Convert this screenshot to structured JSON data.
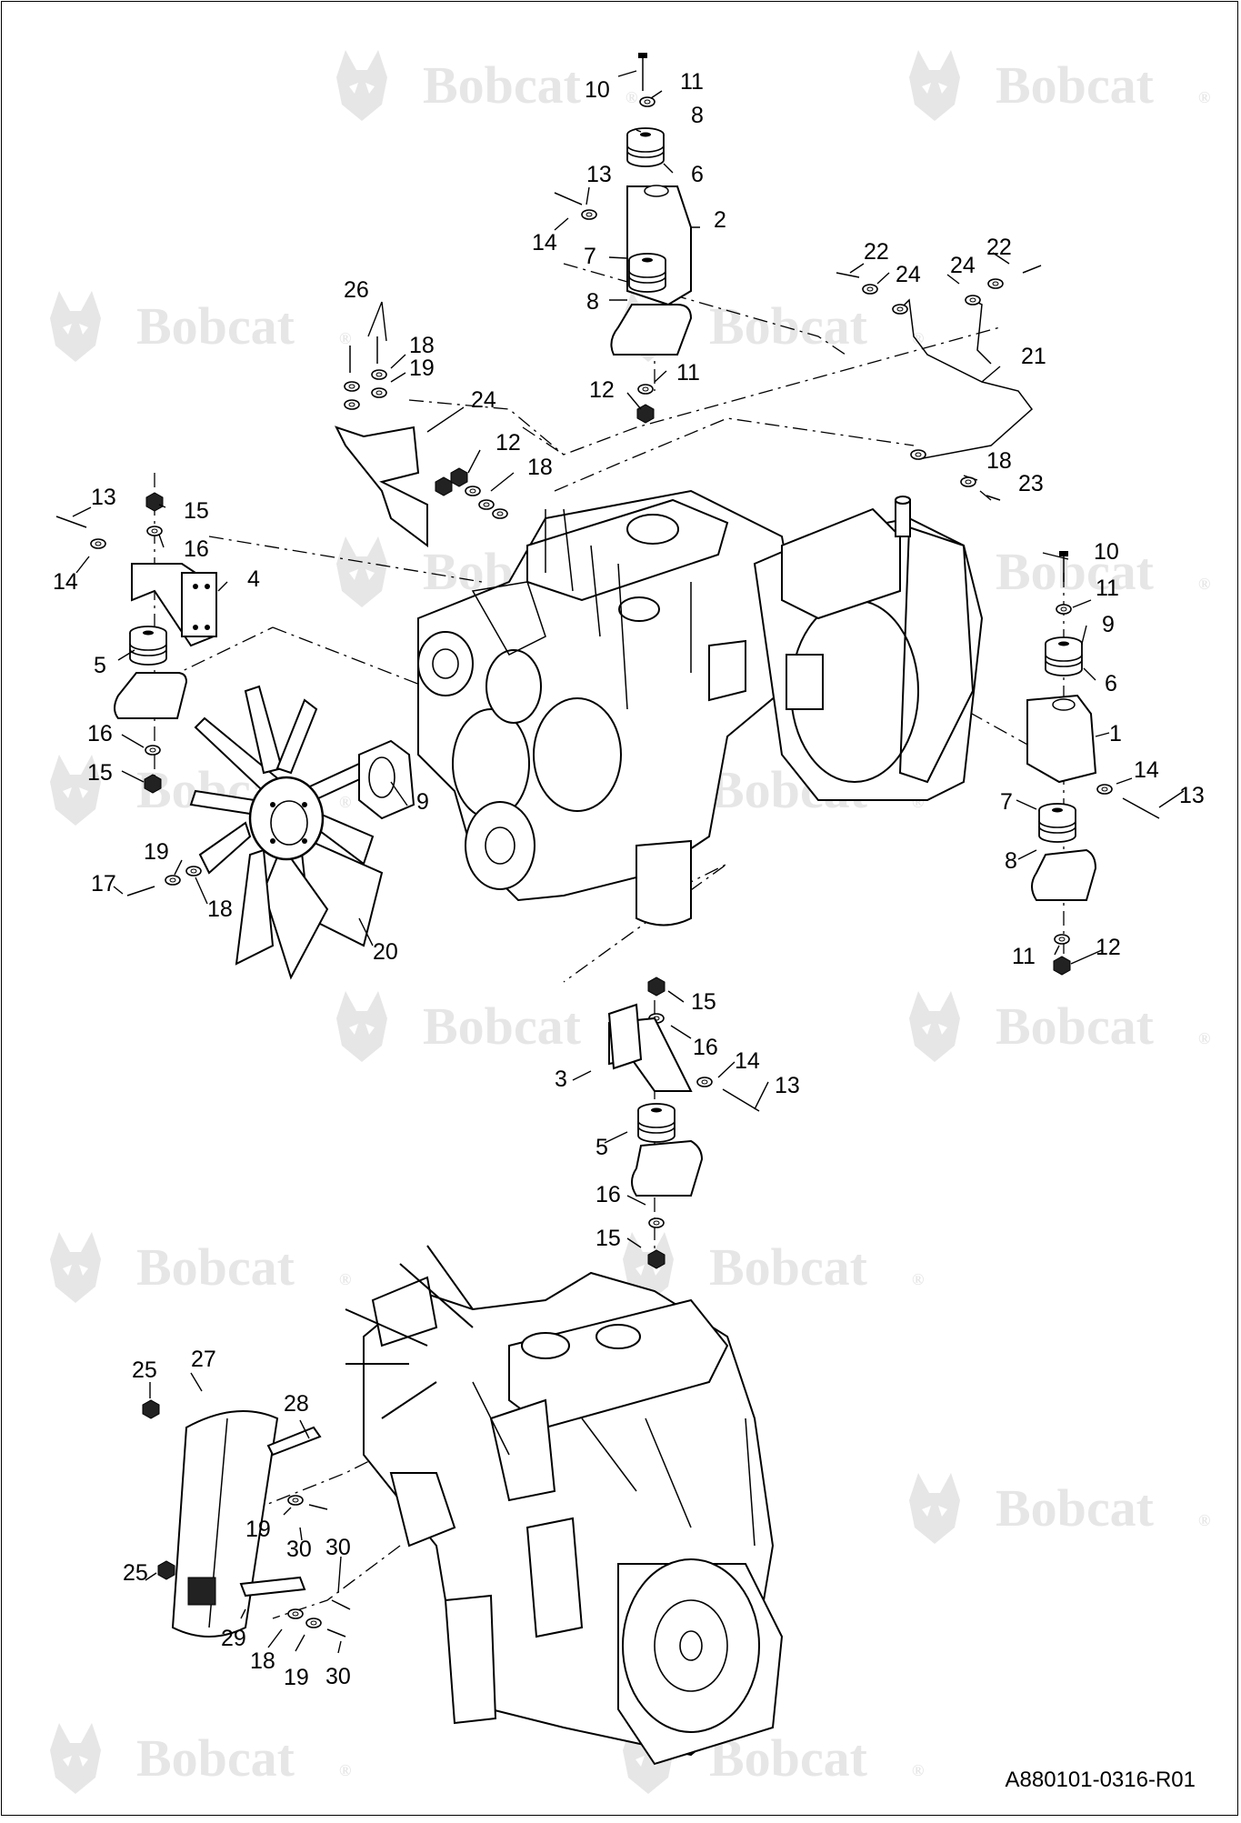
{
  "drawing_id": "A880101-0316-R01",
  "watermark": {
    "brand": "Bobcat",
    "mark": "®",
    "color": "#e6e6e6",
    "icon": "bobcat-head-logo"
  },
  "callouts": [
    "1",
    "2",
    "3",
    "4",
    "5",
    "5",
    "6",
    "6",
    "7",
    "7",
    "8",
    "8",
    "8",
    "9",
    "10",
    "10",
    "11",
    "11",
    "11",
    "11",
    "12",
    "12",
    "12",
    "13",
    "13",
    "13",
    "13",
    "14",
    "14",
    "14",
    "14",
    "15",
    "15",
    "15",
    "15",
    "16",
    "16",
    "16",
    "16",
    "17",
    "18",
    "18",
    "18",
    "18",
    "19",
    "19",
    "19",
    "20",
    "21",
    "22",
    "22",
    "23",
    "24",
    "24",
    "24",
    "25",
    "25",
    "26",
    "27",
    "28",
    "29",
    "30",
    "30",
    "30"
  ]
}
